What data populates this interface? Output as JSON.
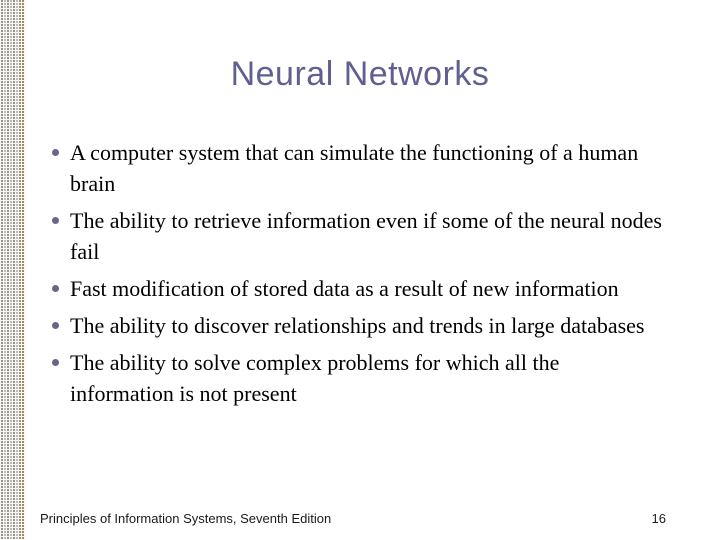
{
  "slide": {
    "title": "Neural Networks",
    "bullets": [
      {
        "text": "A computer system that can simulate the functioning of a human brain"
      },
      {
        "text": "The ability to retrieve information even if some of the neural nodes fail"
      },
      {
        "text": "Fast modification of stored data as a result of new information"
      },
      {
        "text": "The ability to discover relationships and trends in large databases"
      },
      {
        "text": "The ability to solve complex problems for which all the information is not present"
      }
    ],
    "footer": {
      "left_text": "Principles of Information Systems, Seventh Edition",
      "page_number": "16"
    }
  },
  "colors": {
    "title_color": "#5F6090",
    "bullet_dot": "#666688",
    "body_text": "#000000",
    "footer_text": "#1A1A1A",
    "strip_bg": "#FCF9F1",
    "dot_gray": "#949494",
    "dot_gray_light": "#BCBCBC",
    "dot_tan": "#A6845C"
  }
}
